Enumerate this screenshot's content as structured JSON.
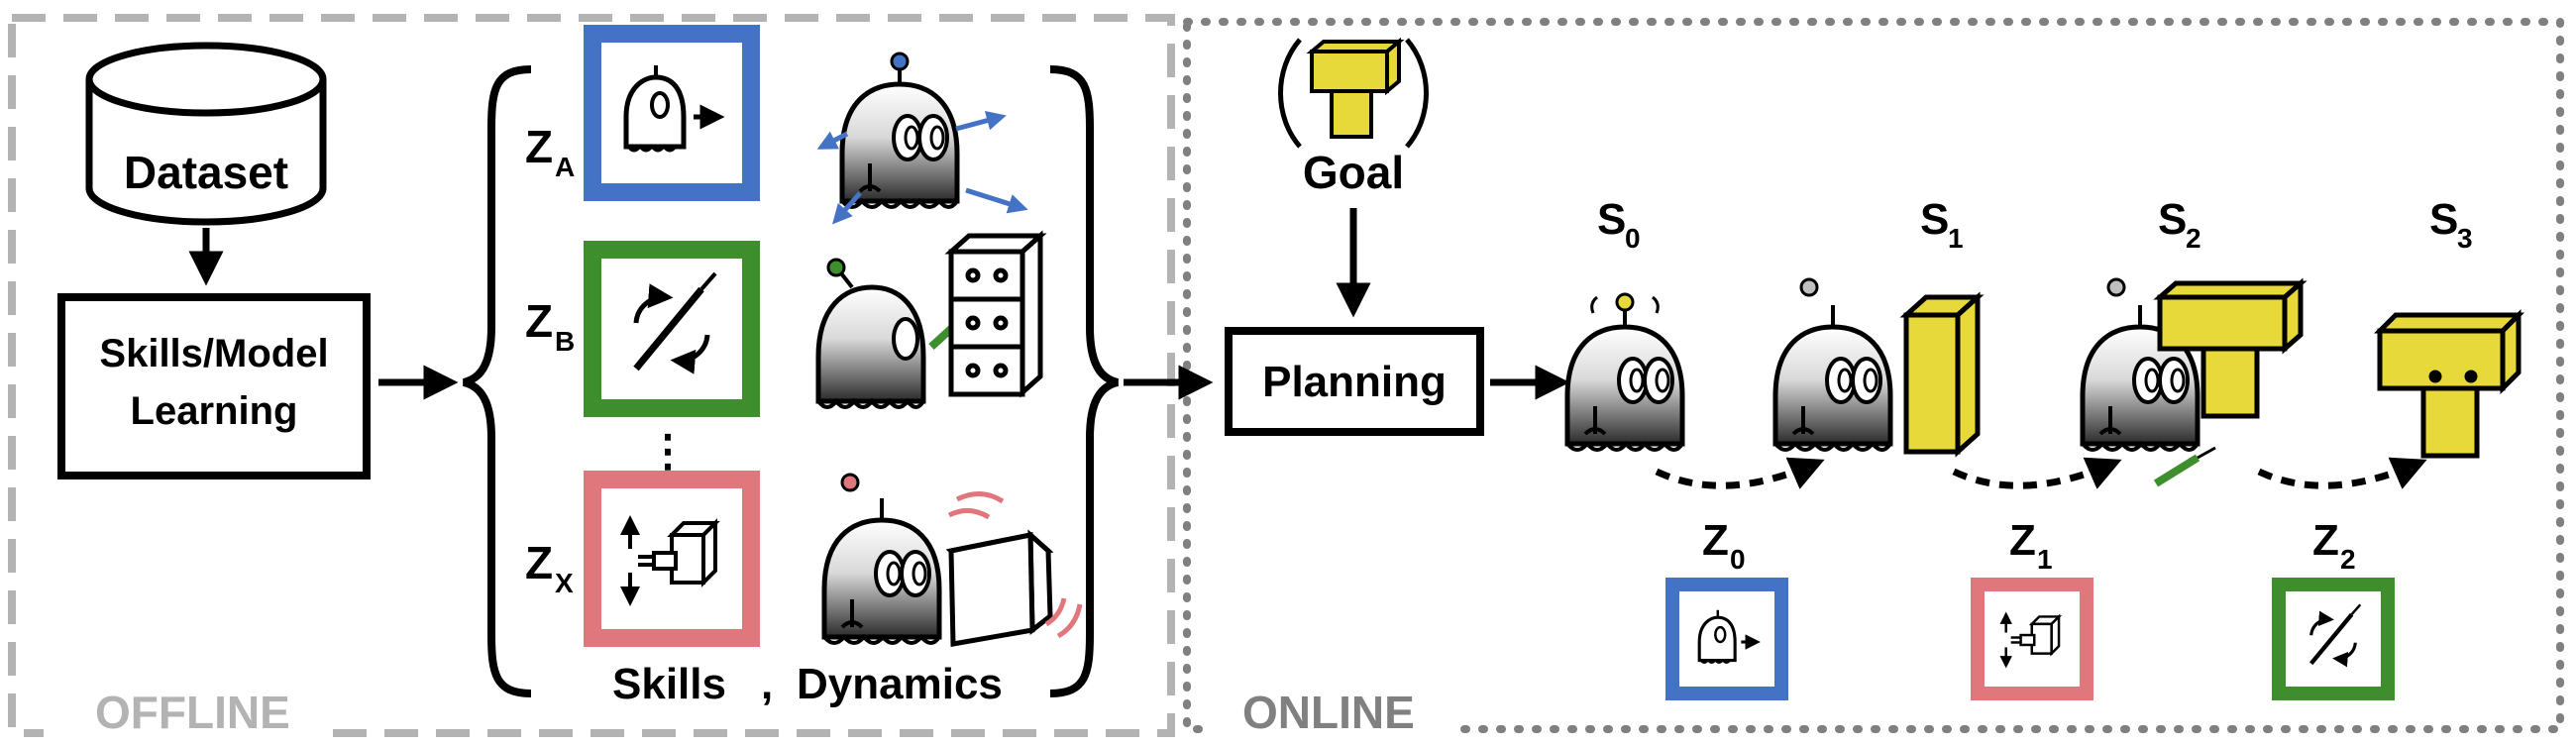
{
  "panels": {
    "offline_label": "OFFLINE",
    "online_label": "ONLINE"
  },
  "offline": {
    "dataset_label": "Dataset",
    "learning_line1": "Skills/Model",
    "learning_line2": "Learning",
    "skills": [
      {
        "var": "Z",
        "sub": "A",
        "color": "#4472c4",
        "icon": "robot-move-icon"
      },
      {
        "var": "Z",
        "sub": "B",
        "color": "#3e8e2d",
        "icon": "screwdriver-rotate-icon"
      },
      {
        "var": "Z",
        "sub": "X",
        "color": "#e0777d",
        "icon": "push-box-icon"
      }
    ],
    "ellipsis": "⋮",
    "skills_label": "Skills",
    "comma": ",",
    "dynamics_label": "Dynamics"
  },
  "online": {
    "goal_label": "Goal",
    "planning_label": "Planning",
    "states": [
      {
        "var": "S",
        "sub": "0"
      },
      {
        "var": "S",
        "sub": "1"
      },
      {
        "var": "S",
        "sub": "2"
      },
      {
        "var": "S",
        "sub": "3"
      }
    ],
    "latents": [
      {
        "var": "Z",
        "sub": "0",
        "color": "#4472c4",
        "icon": "robot-move-icon"
      },
      {
        "var": "Z",
        "sub": "1",
        "color": "#e0777d",
        "icon": "push-box-icon"
      },
      {
        "var": "Z",
        "sub": "2",
        "color": "#3e8e2d",
        "icon": "screwdriver-rotate-icon"
      }
    ]
  },
  "colors": {
    "skill_blue": "#4472c4",
    "skill_green": "#3e8e2d",
    "skill_pink": "#e0777d",
    "block_yellow": "#e8d93a",
    "offline_border": "#b3b3b3",
    "online_border": "#808080"
  }
}
